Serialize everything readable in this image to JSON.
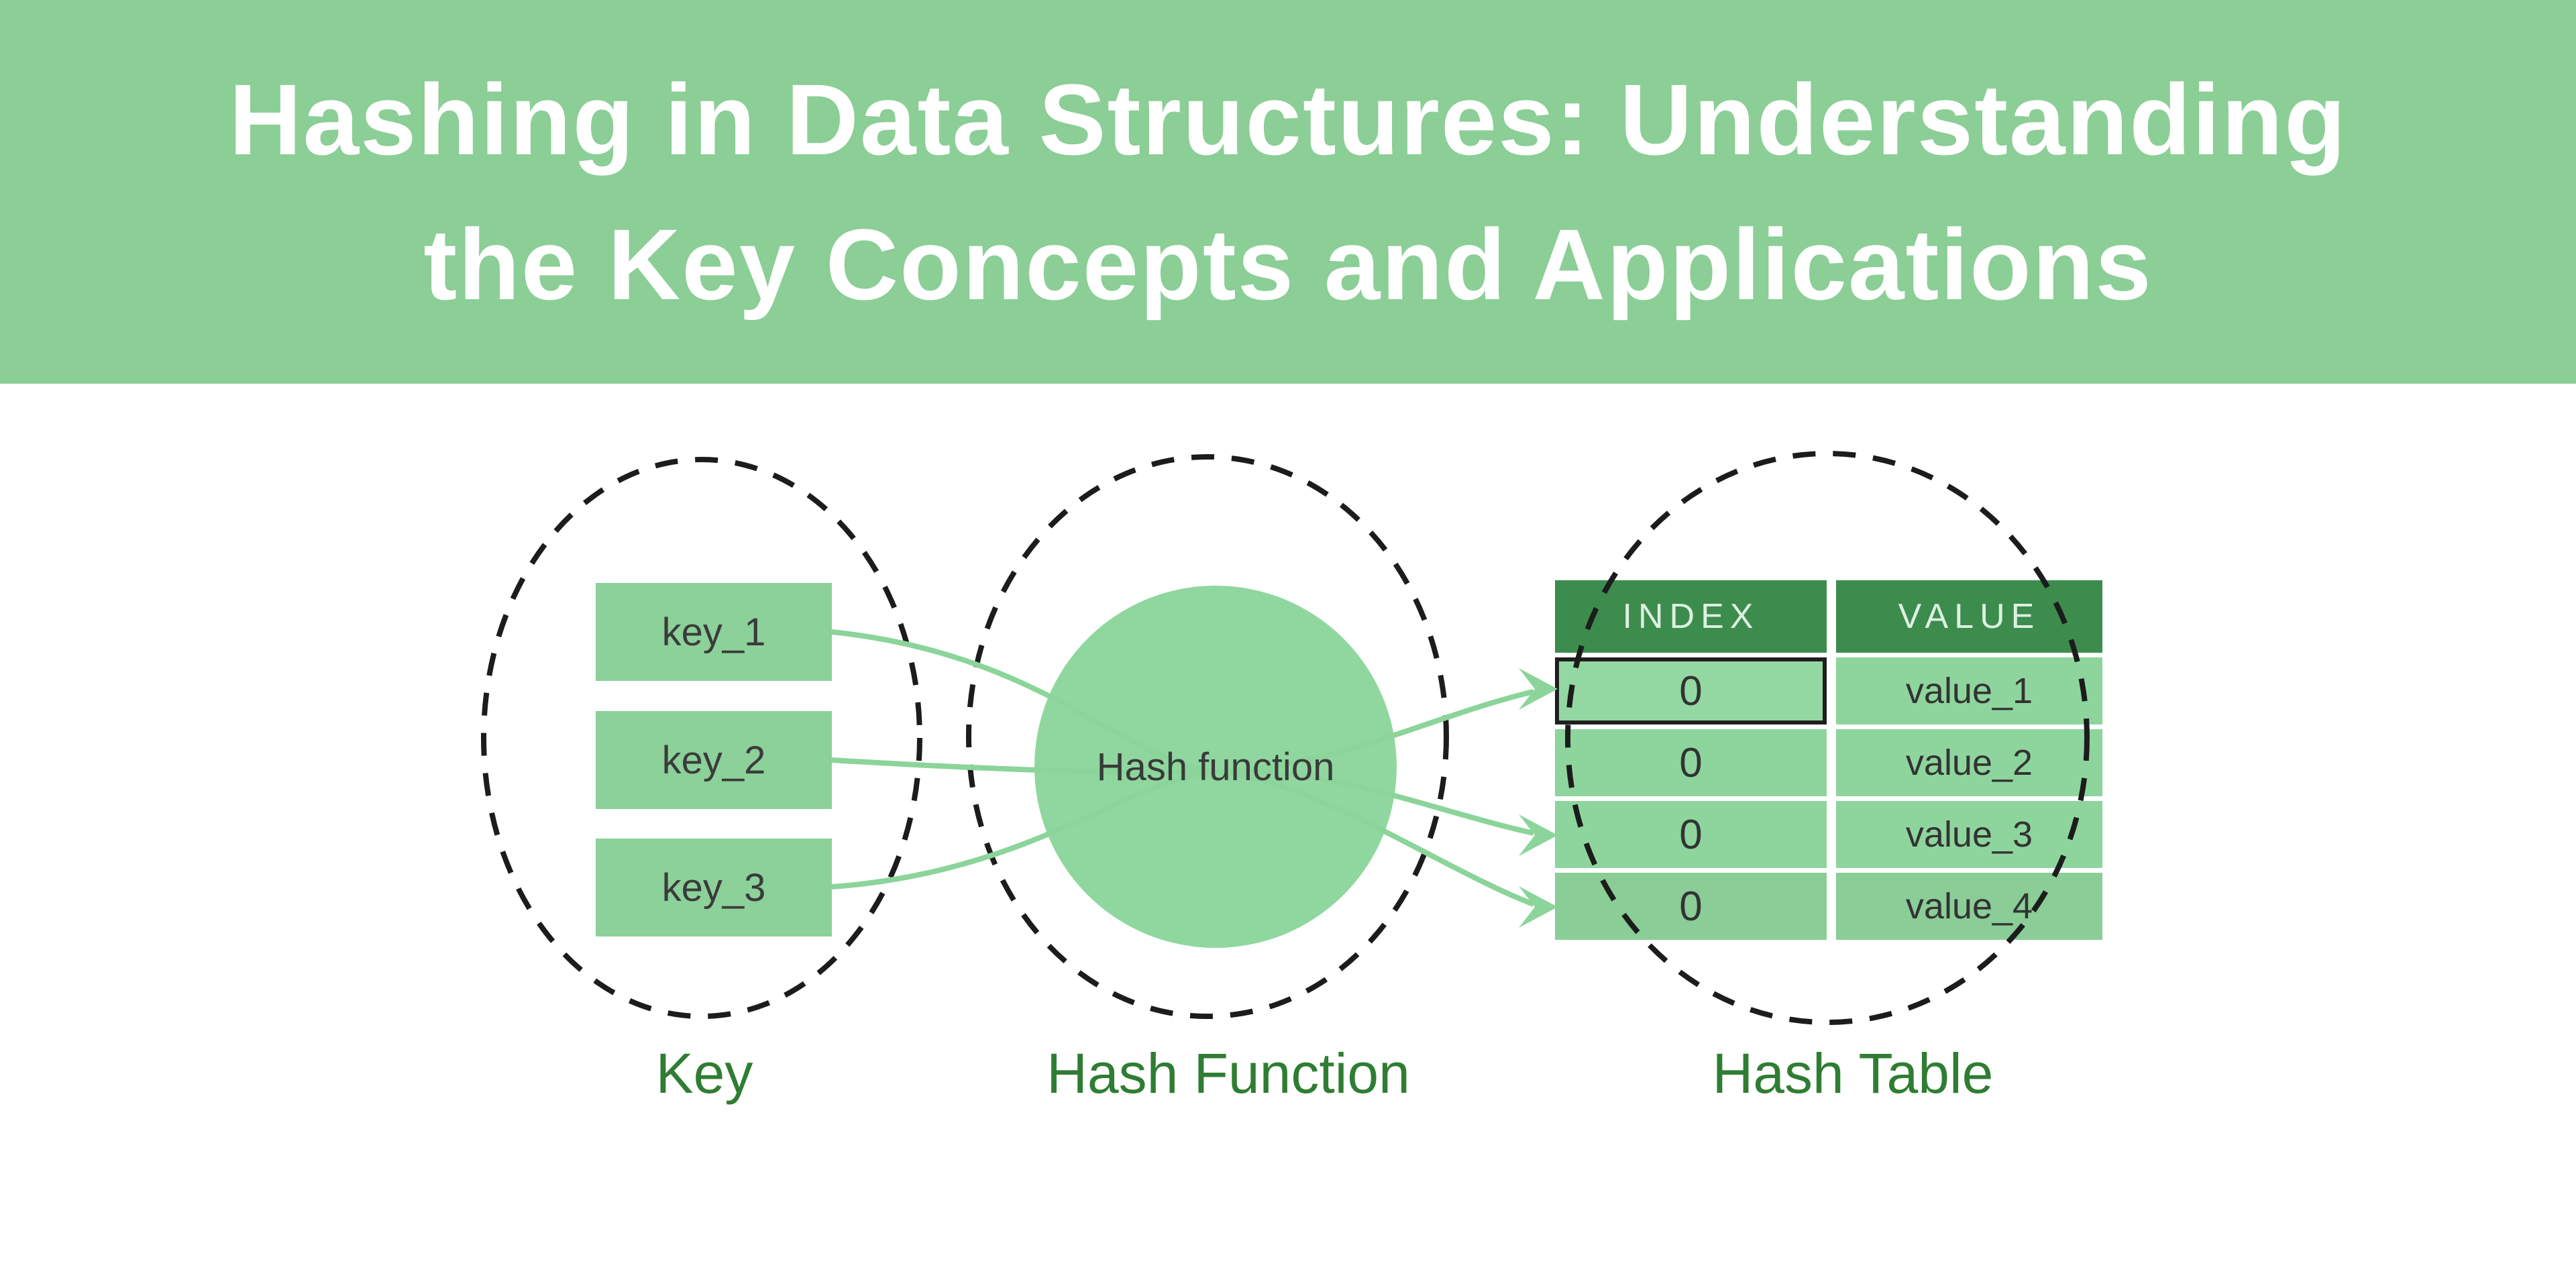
{
  "banner": {
    "title_line1": "Hashing in Data Structures: Understanding",
    "title_line2": "the Key Concepts and Applications"
  },
  "diagram": {
    "key_group": {
      "caption": "Key",
      "items": [
        {
          "label": "key_1"
        },
        {
          "label": "key_2"
        },
        {
          "label": "key_3"
        }
      ]
    },
    "hash_function_group": {
      "caption": "Hash Function",
      "circle_label": "Hash function"
    },
    "hash_table_group": {
      "caption": "Hash Table",
      "columns": [
        {
          "label": "INDEX"
        },
        {
          "label": "VALUE"
        }
      ],
      "rows": [
        {
          "index": "0",
          "value": "value_1"
        },
        {
          "index": "0",
          "value": "value_2"
        },
        {
          "index": "0",
          "value": "value_3"
        },
        {
          "index": "0",
          "value": "value_4"
        }
      ]
    }
  },
  "colors": {
    "banner_green": "#8bce96",
    "key_box_green": "#8bd199",
    "disc_green": "#8fd79e",
    "table_row_green": "#8ed59d",
    "table_row4_green": "#8acd96",
    "table_header_green": "#3c8c4e",
    "caption_green": "#2f7d33",
    "arrow_green": "#8bd49a",
    "dash_black": "#1c1c1c",
    "text_dark": "#3b3b3b",
    "title_white": "#ffffff"
  }
}
